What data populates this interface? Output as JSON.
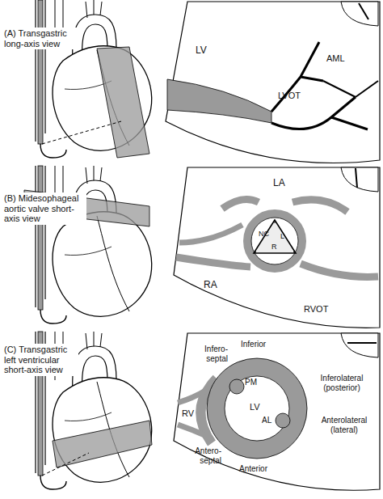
{
  "diagram": {
    "labels": [
      "(A) Transgastric long-axis view",
      "LV",
      "AML",
      "LVOT",
      "(B) Midesophageal aortic valve short-axis view",
      "LA",
      "NC",
      "L",
      "R",
      "RA",
      "RVOT",
      "(C) Transgastric left ventricular short-axis view",
      "Inferior",
      "Infero- septal",
      "PM",
      "LV",
      "Inferolateral (posterior)",
      "RV",
      "AL",
      "Anterolateral (lateral)",
      "Antero- septal",
      "Anterior"
    ]
  }
}
